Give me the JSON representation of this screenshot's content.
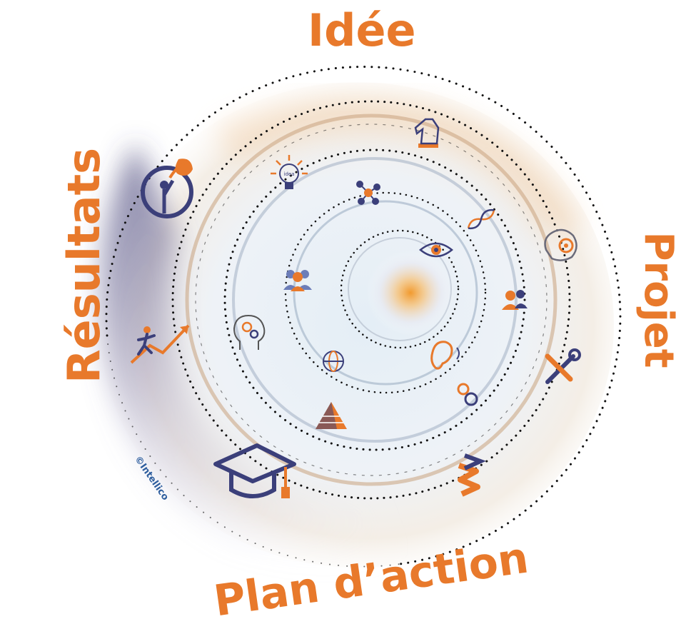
{
  "titles": {
    "top": "Idée",
    "right": "Projet",
    "bottom": "Plan d’action",
    "left": "Résultats"
  },
  "copyright": "©Intellico",
  "colors": {
    "accent_orange": "#E8792B",
    "navy": "#3B3F7A",
    "copyright_blue": "#2E5E9E"
  },
  "icons": [
    "chess-knight-icon",
    "lightbulb-icon",
    "molecule-icon",
    "dna-icon",
    "brain-gear-icon",
    "eye-icon",
    "team-icon",
    "people-icon",
    "head-gears-icon",
    "ear-icon",
    "globe-icon",
    "gears-icon",
    "tools-icon",
    "pyramid-icon",
    "graduation-cap-icon",
    "ribbon-arrow-icon",
    "climbing-growth-icon",
    "leaf-hand-icon"
  ]
}
